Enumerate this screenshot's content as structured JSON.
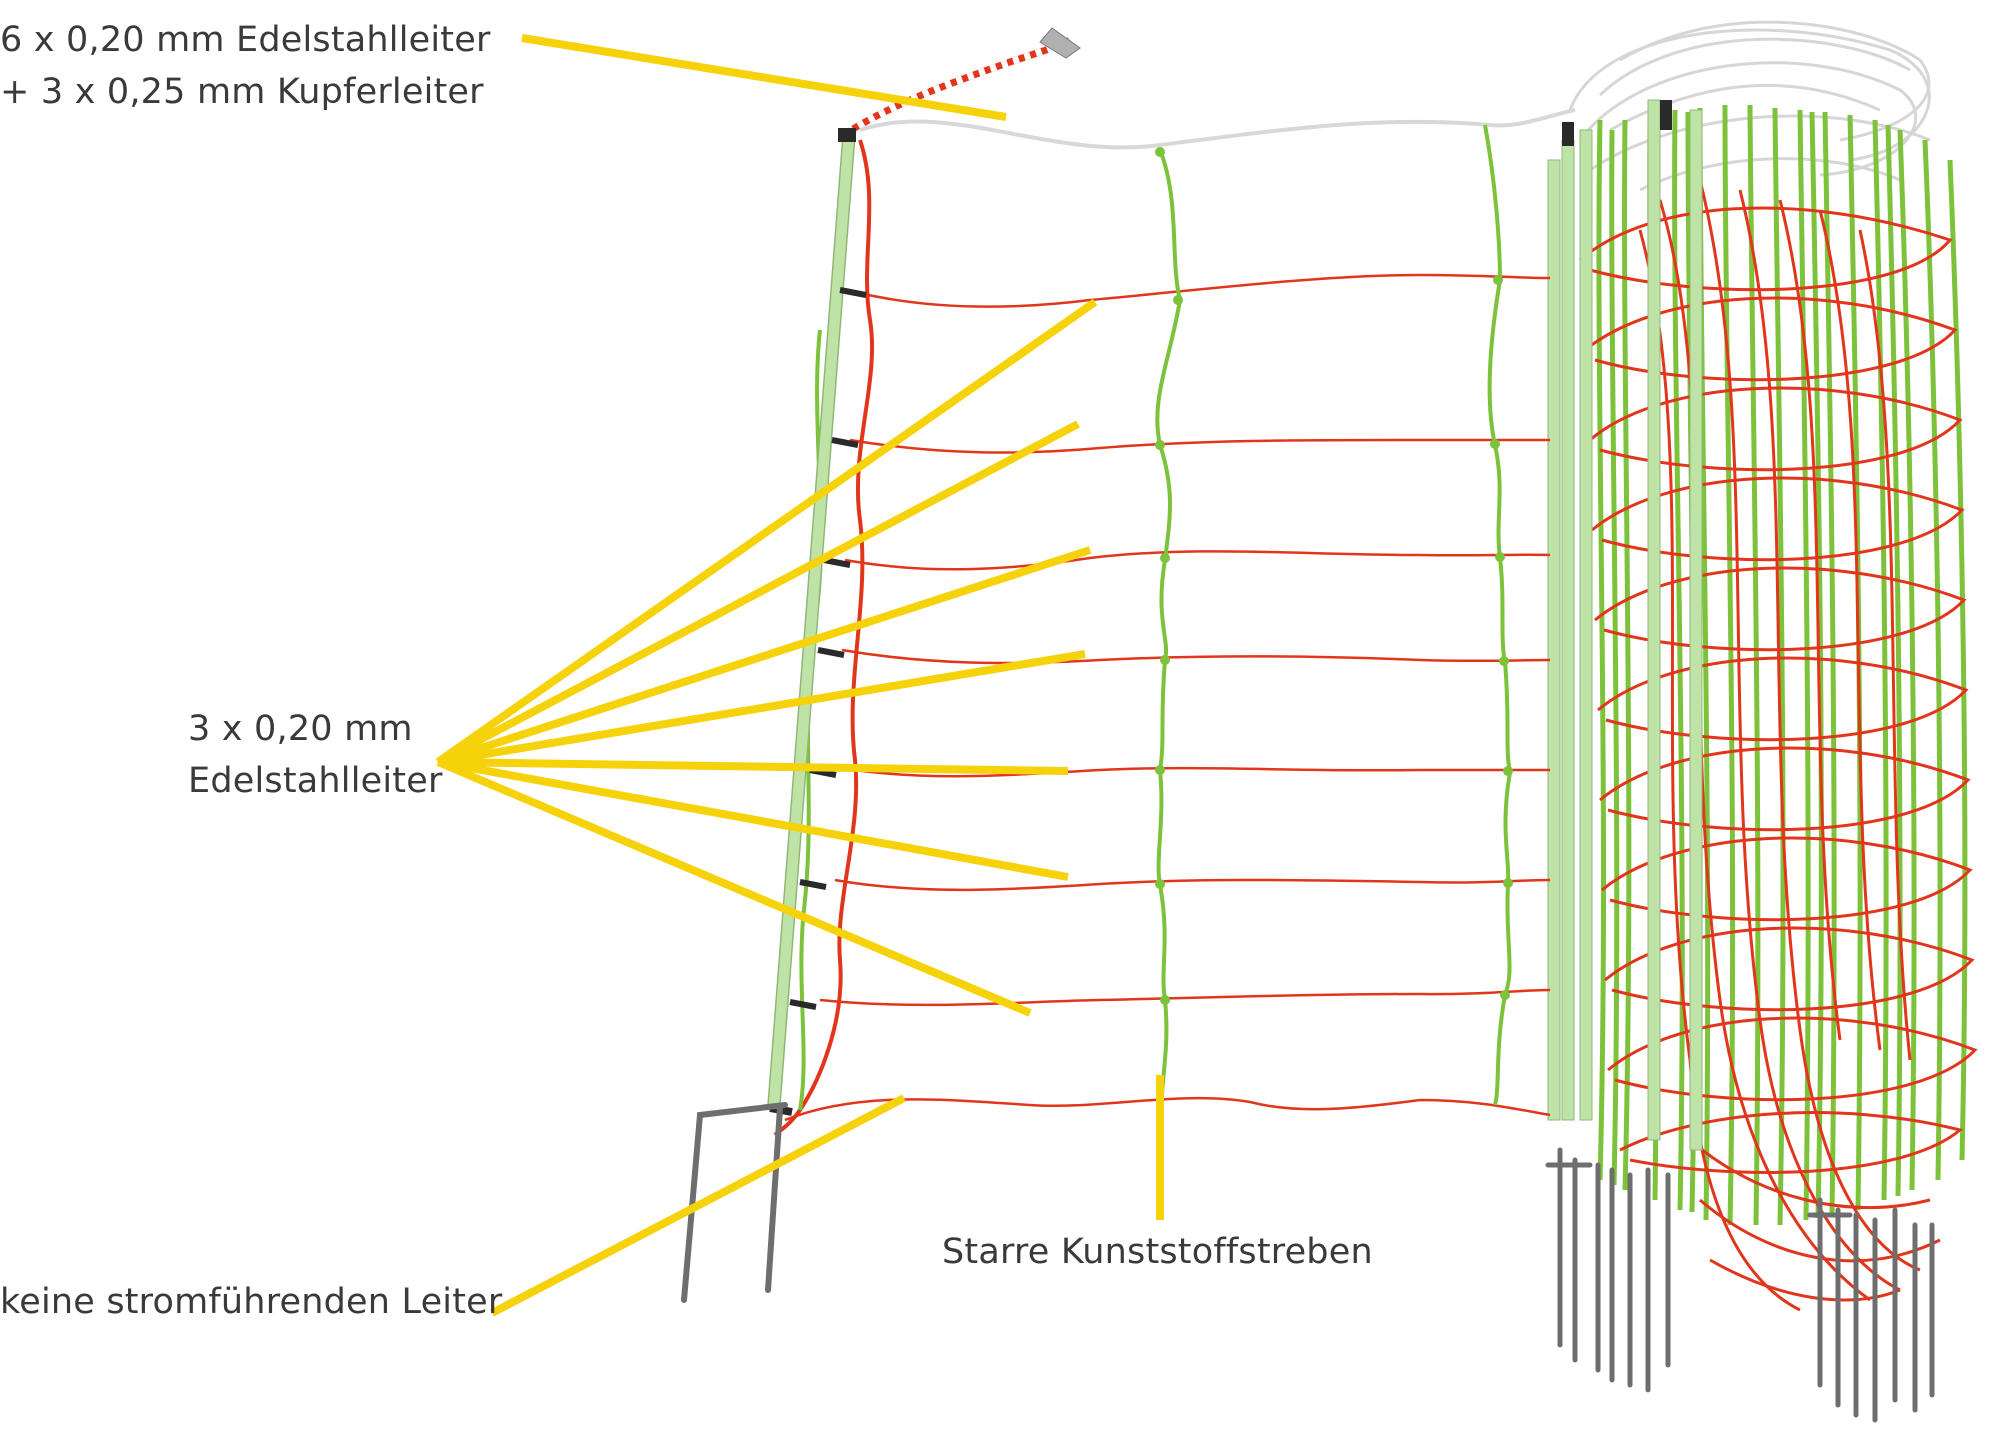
{
  "labels": {
    "top_line1": "6 x 0,20 mm Edelstahlleiter",
    "top_line2": "+ 3 x 0,25 mm Kupferleiter",
    "middle_line1": "3 x 0,20 mm",
    "middle_line2": "Edelstahlleiter",
    "bottom": "keine stromführenden Leiter",
    "strut": "Starre Kunststoffstreben"
  },
  "colors": {
    "leader": "#f5d20a",
    "conductor_wire": "#e2361c",
    "strut": "#7cc23a",
    "post": "#bfe3a6",
    "top_wire": "#d8d8d8",
    "spike": "#6e6e6e",
    "text": "#3a3a3a"
  }
}
